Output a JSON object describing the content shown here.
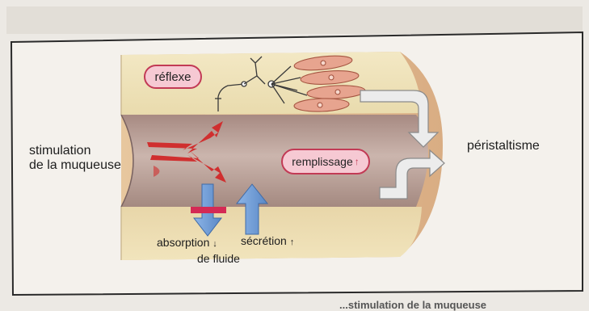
{
  "diagram": {
    "labels": {
      "stimulation_line1": "stimulation",
      "stimulation_line2": "de la muqueuse",
      "reflexe": "réflexe",
      "remplissage": "remplissage",
      "peristaltisme": "péristaltisme",
      "absorption": "absorption",
      "secretion": "sécrétion",
      "de_fluide": "de fluide",
      "caption_partial": "...stimulation de la muqueuse"
    },
    "colors": {
      "page_background": "#ece9e4",
      "frame_background": "#f4f1ec",
      "wall": "#efe2b6",
      "lumen": "#b89e96",
      "stimulus_arrows": "#d02f2f",
      "fluid_arrows": "#6d9bd6",
      "block_bar": "#d42a55",
      "pill_border": "#c23a55",
      "pill_fill": "#f6c9d3",
      "muscle_cells": "#e7a48f",
      "peristalsis_arrows": "#e7e7e7"
    },
    "icons": {
      "stimulus": "lightning-arrow-icon",
      "reflex_nerve": "neuron-icon",
      "smooth_muscle": "muscle-cell-icon",
      "absorption": "arrow-down-icon",
      "secretion": "arrow-up-icon",
      "up_indicator": "small-arrow-up-icon",
      "down_indicator": "small-arrow-down-icon"
    }
  }
}
